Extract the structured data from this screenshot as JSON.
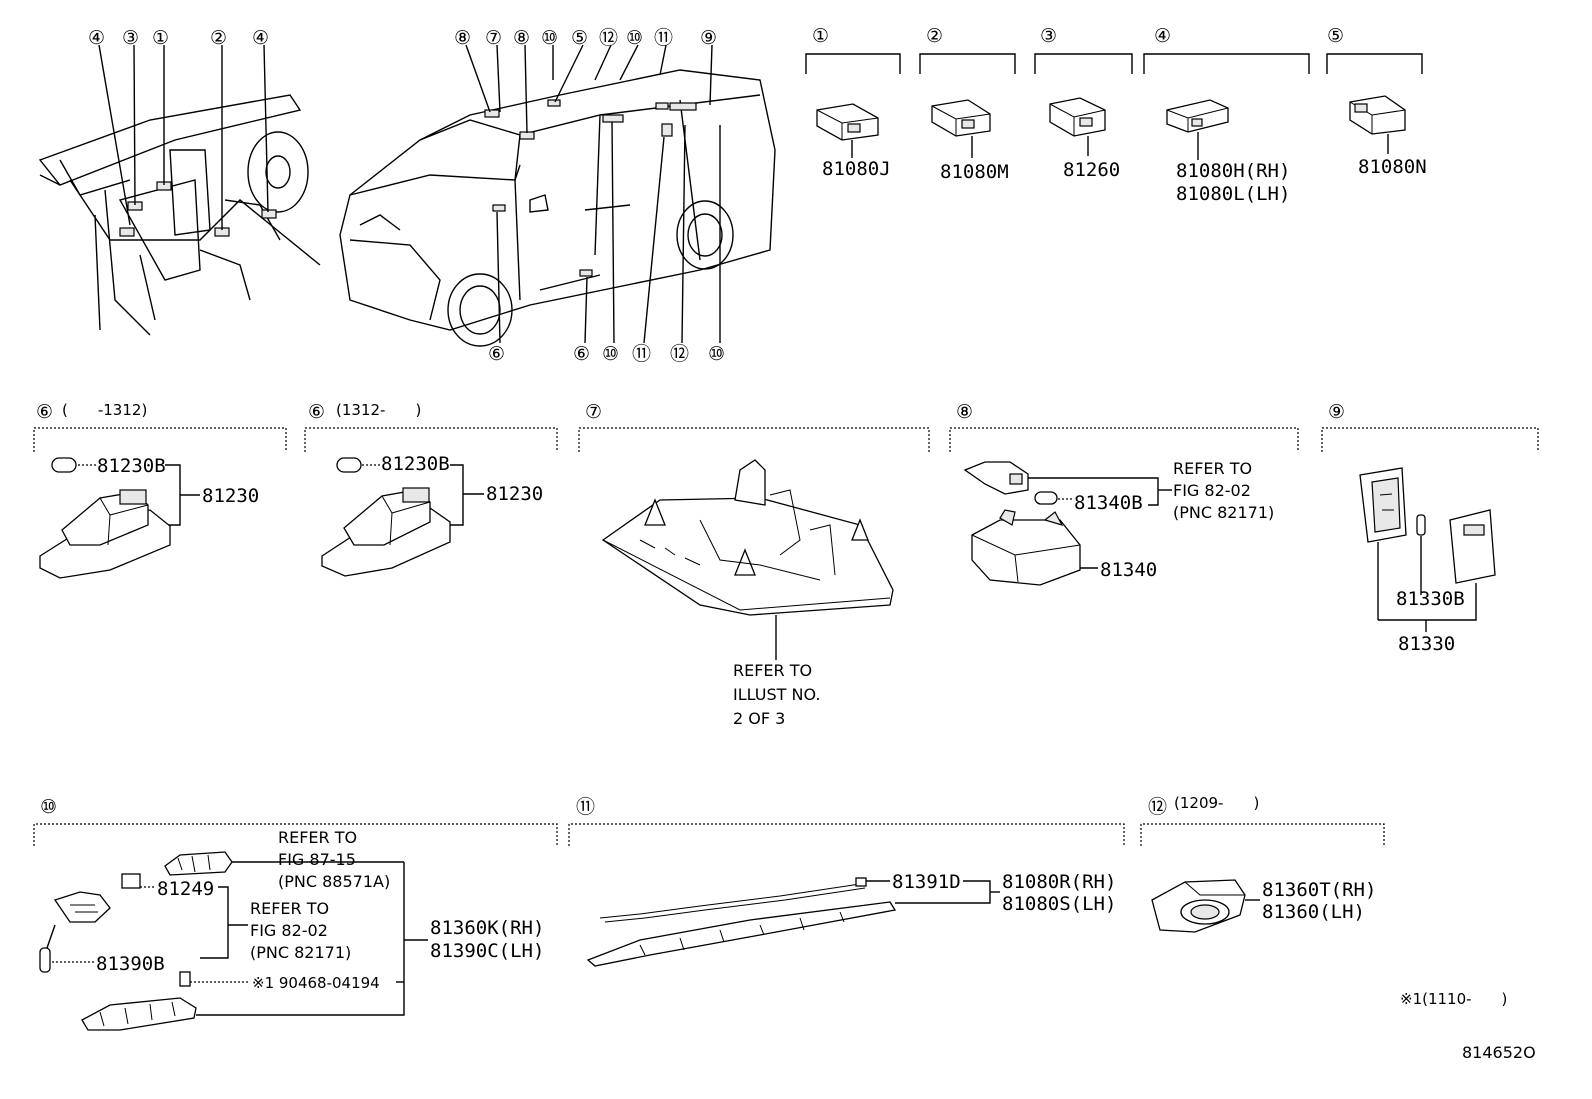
{
  "callouts_top": [
    {
      "label": "④"
    },
    {
      "label": "③"
    },
    {
      "label": "①"
    },
    {
      "label": "②"
    },
    {
      "label": "④"
    },
    {
      "label": "⑧"
    },
    {
      "label": "⑦"
    },
    {
      "label": "⑧"
    },
    {
      "label": "⑩"
    },
    {
      "label": "⑤"
    },
    {
      "label": "⑫"
    },
    {
      "label": "⑩"
    },
    {
      "label": "⑪"
    },
    {
      "label": "⑨"
    }
  ],
  "callouts_bottom": [
    {
      "label": "⑥"
    },
    {
      "label": "⑥"
    },
    {
      "label": "⑩"
    },
    {
      "label": "⑪"
    },
    {
      "label": "⑫"
    },
    {
      "label": "⑩"
    }
  ],
  "switches": [
    {
      "num": "①",
      "parts": [
        "81080J"
      ]
    },
    {
      "num": "②",
      "parts": [
        "81080M"
      ]
    },
    {
      "num": "③",
      "parts": [
        "81260"
      ]
    },
    {
      "num": "④",
      "parts": [
        "81080H(RH)",
        "81080L(LH)"
      ]
    },
    {
      "num": "⑤",
      "parts": [
        "81080N"
      ]
    }
  ],
  "sections": {
    "s6a": {
      "num": "⑥",
      "note": "(　　-1312)",
      "bulb": "81230B",
      "assy": "81230"
    },
    "s6b": {
      "num": "⑥",
      "note": "(1312-　　)",
      "bulb": "81230B",
      "assy": "81230"
    },
    "s7": {
      "num": "⑦",
      "refer": [
        "REFER TO",
        "ILLUST NO.",
        "2 OF 3"
      ]
    },
    "s8": {
      "num": "⑧",
      "bulb": "81340B",
      "assy": "81340",
      "refer": [
        "REFER TO",
        "FIG 82-02",
        "(PNC 82171)"
      ]
    },
    "s9": {
      "num": "⑨",
      "bulb": "81330B",
      "assy": "81330"
    },
    "s10": {
      "num": "⑩",
      "refer1": [
        "REFER TO",
        "FIG 87-15",
        "(PNC 88571A)"
      ],
      "refer2": [
        "REFER TO",
        "FIG 82-02",
        "(PNC 82171)"
      ],
      "socket": "81249",
      "bulb": "81390B",
      "clip": "※1 90468-04194",
      "assy": [
        "81360K(RH)",
        "81390C(LH)"
      ]
    },
    "s11": {
      "num": "⑪",
      "wire": "81391D",
      "assy": [
        "81080R(RH)",
        "81080S(LH)"
      ]
    },
    "s12": {
      "num": "⑫",
      "note": "(1209-　　)",
      "assy": [
        "81360T(RH)",
        "81360(LH)"
      ]
    }
  },
  "footnote": "※1(1110-　　)",
  "figure_id": "814652O"
}
